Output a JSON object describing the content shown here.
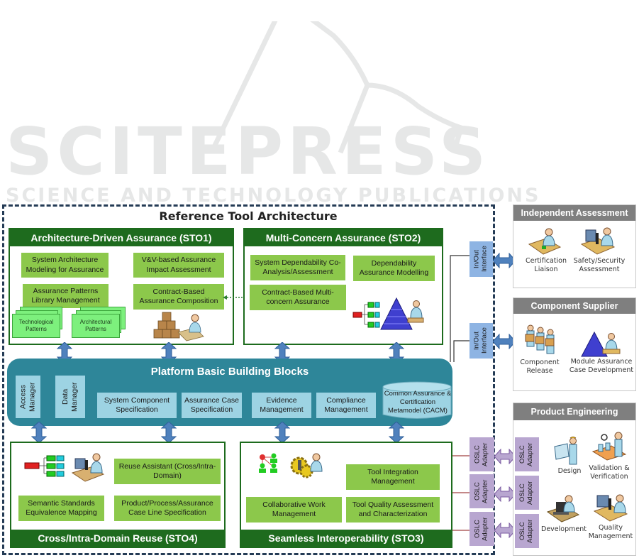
{
  "watermark": {
    "main": "SCITEPRESS",
    "sub": "SCIENCE AND TECHNOLOGY PUBLICATIONS"
  },
  "diagram": {
    "title": "Reference Tool Architecture",
    "sto1": {
      "title": "Architecture-Driven Assurance (STO1)",
      "boxes": [
        "System Architecture Modeling for Assurance",
        "V&V-based Assurance Impact Assessment",
        "Assurance Patterns Library Management",
        "Contract-Based Assurance Composition"
      ],
      "patterns": [
        "Technological Patterns",
        "Architectural Patterns"
      ]
    },
    "sto2": {
      "title": "Multi-Concern Assurance  (STO2)",
      "boxes": [
        "System Dependability Co-Analysis/Assessment",
        "Dependability Assurance Modelling",
        "Contract-Based Multi-concern Assurance"
      ]
    },
    "platform": {
      "title": "Platform Basic Building Blocks",
      "vertical_blocks": [
        "Access Manager",
        "Data Manager"
      ],
      "blocks": [
        "System Component Specification",
        "Assurance Case Specification",
        "Evidence Management",
        "Compliance Management"
      ],
      "metamodel": "Common Assurance & Certification Metamodel (CACM)"
    },
    "sto4": {
      "title": "Cross/Intra-Domain Reuse (STO4)",
      "boxes": [
        "Reuse Assistant (Cross/Intra-Domain)",
        "Semantic Standards Equivalence Mapping",
        "Product/Process/Assurance Case Line Specification"
      ]
    },
    "sto3": {
      "title": "Seamless Interoperability (STO3)",
      "boxes": [
        "Tool Integration Management",
        "Collaborative Work Management",
        "Tool Quality Assessment and Characterization"
      ]
    },
    "interfaces": {
      "inout": "In/Out Interface",
      "oslc": "OSLC Adapter"
    },
    "independent_assessment": {
      "title": "Independent Assessment",
      "roles": [
        "Certification Liaison",
        "Safety/Security Assessment"
      ]
    },
    "component_supplier": {
      "title": "Component Supplier",
      "roles": [
        "Component Release",
        "Module Assurance Case Development"
      ]
    },
    "product_engineering": {
      "title": "Product Engineering",
      "roles": [
        "Design",
        "Validation & Verification",
        "Development",
        "Quality Management"
      ]
    }
  },
  "colors": {
    "sto_header": "#1e6b1e",
    "green_box": "#8cc84b",
    "platform": "#2e8699",
    "platform_block": "#9dd3e3",
    "inout": "#8eb4e3",
    "oslc": "#b8a6d0",
    "panel_header": "#7f7f7f",
    "arrow_blue": "#4f81bd",
    "arrow_purple": "#b8a6d0"
  }
}
